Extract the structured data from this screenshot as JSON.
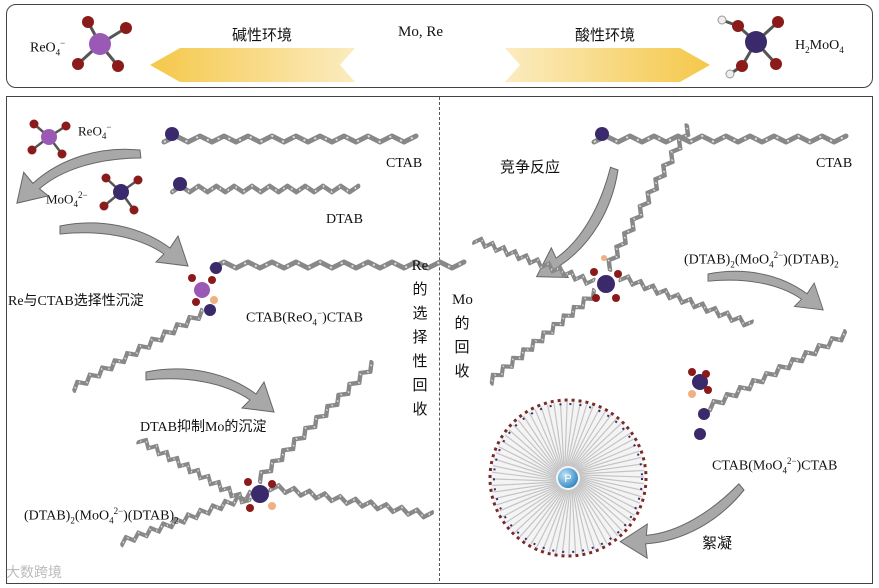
{
  "top": {
    "left_species": "ReO",
    "left_species_sub": "4",
    "left_species_sup": "−",
    "alkaline_label": "碱性环境",
    "center_label": "Mo, Re",
    "acidic_label": "酸性环境",
    "right_species_prefix": "H",
    "right_species_sub1": "2",
    "right_species_mid": "MoO",
    "right_species_sub2": "4"
  },
  "left_panel": {
    "reo4_label": "ReO",
    "reo4_sub": "4",
    "reo4_sup": "−",
    "moo4_label": "MoO",
    "moo4_sub": "4",
    "moo4_sup": "2−",
    "ctab_label": "CTAB",
    "dtab_label": "DTAB",
    "re_ctab_precip": "Re与CTAB选择性沉淀",
    "ctab_complex_pre": "CTAB(ReO",
    "ctab_complex_sub": "4",
    "ctab_complex_sup": "−",
    "ctab_complex_post": ")CTAB",
    "dtab_inhibit": "DTAB抑制Mo的沉淀",
    "dtab_complex_pre": "(DTAB)",
    "dtab_complex_sub1": "2",
    "dtab_complex_mid": "(MoO",
    "dtab_complex_sub2": "4",
    "dtab_complex_sup": "2−",
    "dtab_complex_post": ")(DTAB)",
    "dtab_complex_sub3": "2",
    "re_recovery_chars": [
      "Re",
      "的",
      "选",
      "择",
      "性",
      "回",
      "收"
    ]
  },
  "right_panel": {
    "mo_recovery_chars": [
      "Mo",
      "的",
      "回",
      "收"
    ],
    "ctab_label": "CTAB",
    "competition": "竞争反应",
    "dtab_complex_pre": "(DTAB)",
    "dtab_complex_sub1": "2",
    "dtab_complex_mid": "(MoO",
    "dtab_complex_sub2": "4",
    "dtab_complex_sup": "2−",
    "dtab_complex_post": ")(DTAB)",
    "dtab_complex_sub3": "2",
    "ctab_complex_pre": "CTAB(MoO",
    "ctab_complex_sub": "4",
    "ctab_complex_sup": "2−",
    "ctab_complex_post": ")CTAB",
    "flocculation": "絮凝",
    "center_p": "P"
  },
  "watermark": "大数跨境",
  "colors": {
    "re_atom": "#9b59b6",
    "mo_atom": "#3a2a6b",
    "o_atom": "#8b1a1a",
    "arrow_yellow": "#f5c84a",
    "arrow_gray": "#9a9a9a",
    "p_center": "#4aa3d8"
  }
}
